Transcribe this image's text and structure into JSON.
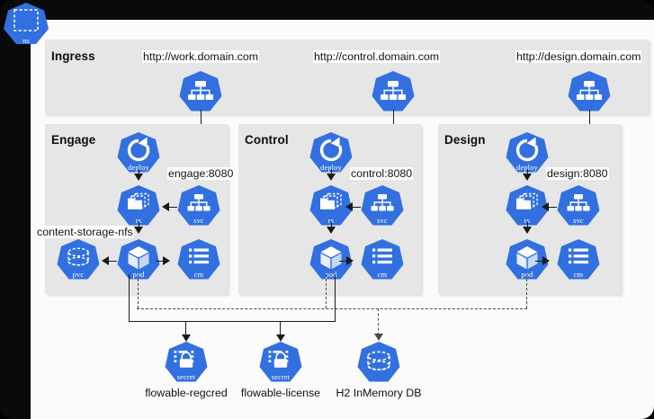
{
  "diagram": {
    "namespace_badge": {
      "label": "ns",
      "icon": "namespace-icon"
    },
    "accent_color": "#3270e0",
    "panel_color": "#e6e6e6",
    "canvas_color": "#fbfbfb",
    "frame_color": "#0a0a0a"
  },
  "ingress": {
    "title": "Ingress",
    "nodes": [
      {
        "icon": "ingress-icon",
        "caption": "",
        "url": "http://work.domain.com"
      },
      {
        "icon": "ingress-icon",
        "caption": "",
        "url": "http://control.domain.com"
      },
      {
        "icon": "ingress-icon",
        "caption": "",
        "url": "http://design.domain.com"
      }
    ]
  },
  "panels": [
    {
      "title": "Engage",
      "service_label": "engage:8080",
      "storage_label": "content-storage-nfs",
      "nodes": [
        {
          "icon": "deploy-icon",
          "caption": "deploy"
        },
        {
          "icon": "replicaset-icon",
          "caption": "rs"
        },
        {
          "icon": "service-icon",
          "caption": "svc"
        },
        {
          "icon": "pvc-icon",
          "caption": "pvc"
        },
        {
          "icon": "pod-icon",
          "caption": "pod"
        },
        {
          "icon": "configmap-icon",
          "caption": "cm"
        }
      ]
    },
    {
      "title": "Control",
      "service_label": "control:8080",
      "storage_label": "",
      "nodes": [
        {
          "icon": "deploy-icon",
          "caption": "deploy"
        },
        {
          "icon": "replicaset-icon",
          "caption": "rs"
        },
        {
          "icon": "service-icon",
          "caption": "svc"
        },
        {
          "icon": "pod-icon",
          "caption": "pod"
        },
        {
          "icon": "configmap-icon",
          "caption": "cm"
        }
      ]
    },
    {
      "title": "Design",
      "service_label": "design:8080",
      "storage_label": "",
      "nodes": [
        {
          "icon": "deploy-icon",
          "caption": "deploy"
        },
        {
          "icon": "replicaset-icon",
          "caption": "rs"
        },
        {
          "icon": "service-icon",
          "caption": "svc"
        },
        {
          "icon": "pod-icon",
          "caption": "pod"
        },
        {
          "icon": "configmap-icon",
          "caption": "cm"
        }
      ]
    }
  ],
  "shared_resources": [
    {
      "icon": "secret-icon",
      "caption": "secret",
      "label": "flowable-regcred"
    },
    {
      "icon": "secret-icon",
      "caption": "secret",
      "label": "flowable-license"
    },
    {
      "icon": "database-icon",
      "caption": "",
      "label": "H2 InMemory DB"
    }
  ]
}
